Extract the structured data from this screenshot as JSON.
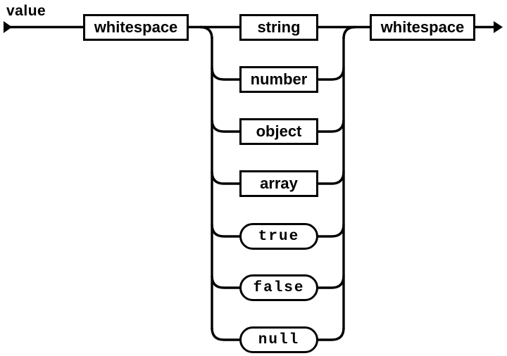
{
  "diagram": {
    "name": "value",
    "entry_node": {
      "label": "whitespace",
      "kind": "nonterminal"
    },
    "exit_node": {
      "label": "whitespace",
      "kind": "nonterminal"
    },
    "alternatives": [
      {
        "label": "string",
        "kind": "nonterminal"
      },
      {
        "label": "number",
        "kind": "nonterminal"
      },
      {
        "label": "object",
        "kind": "nonterminal"
      },
      {
        "label": "array",
        "kind": "nonterminal"
      },
      {
        "label": "true",
        "kind": "terminal"
      },
      {
        "label": "false",
        "kind": "terminal"
      },
      {
        "label": "null",
        "kind": "terminal"
      }
    ],
    "colors": {
      "line": "#000000",
      "background": "#ffffff",
      "text": "#000000"
    }
  }
}
